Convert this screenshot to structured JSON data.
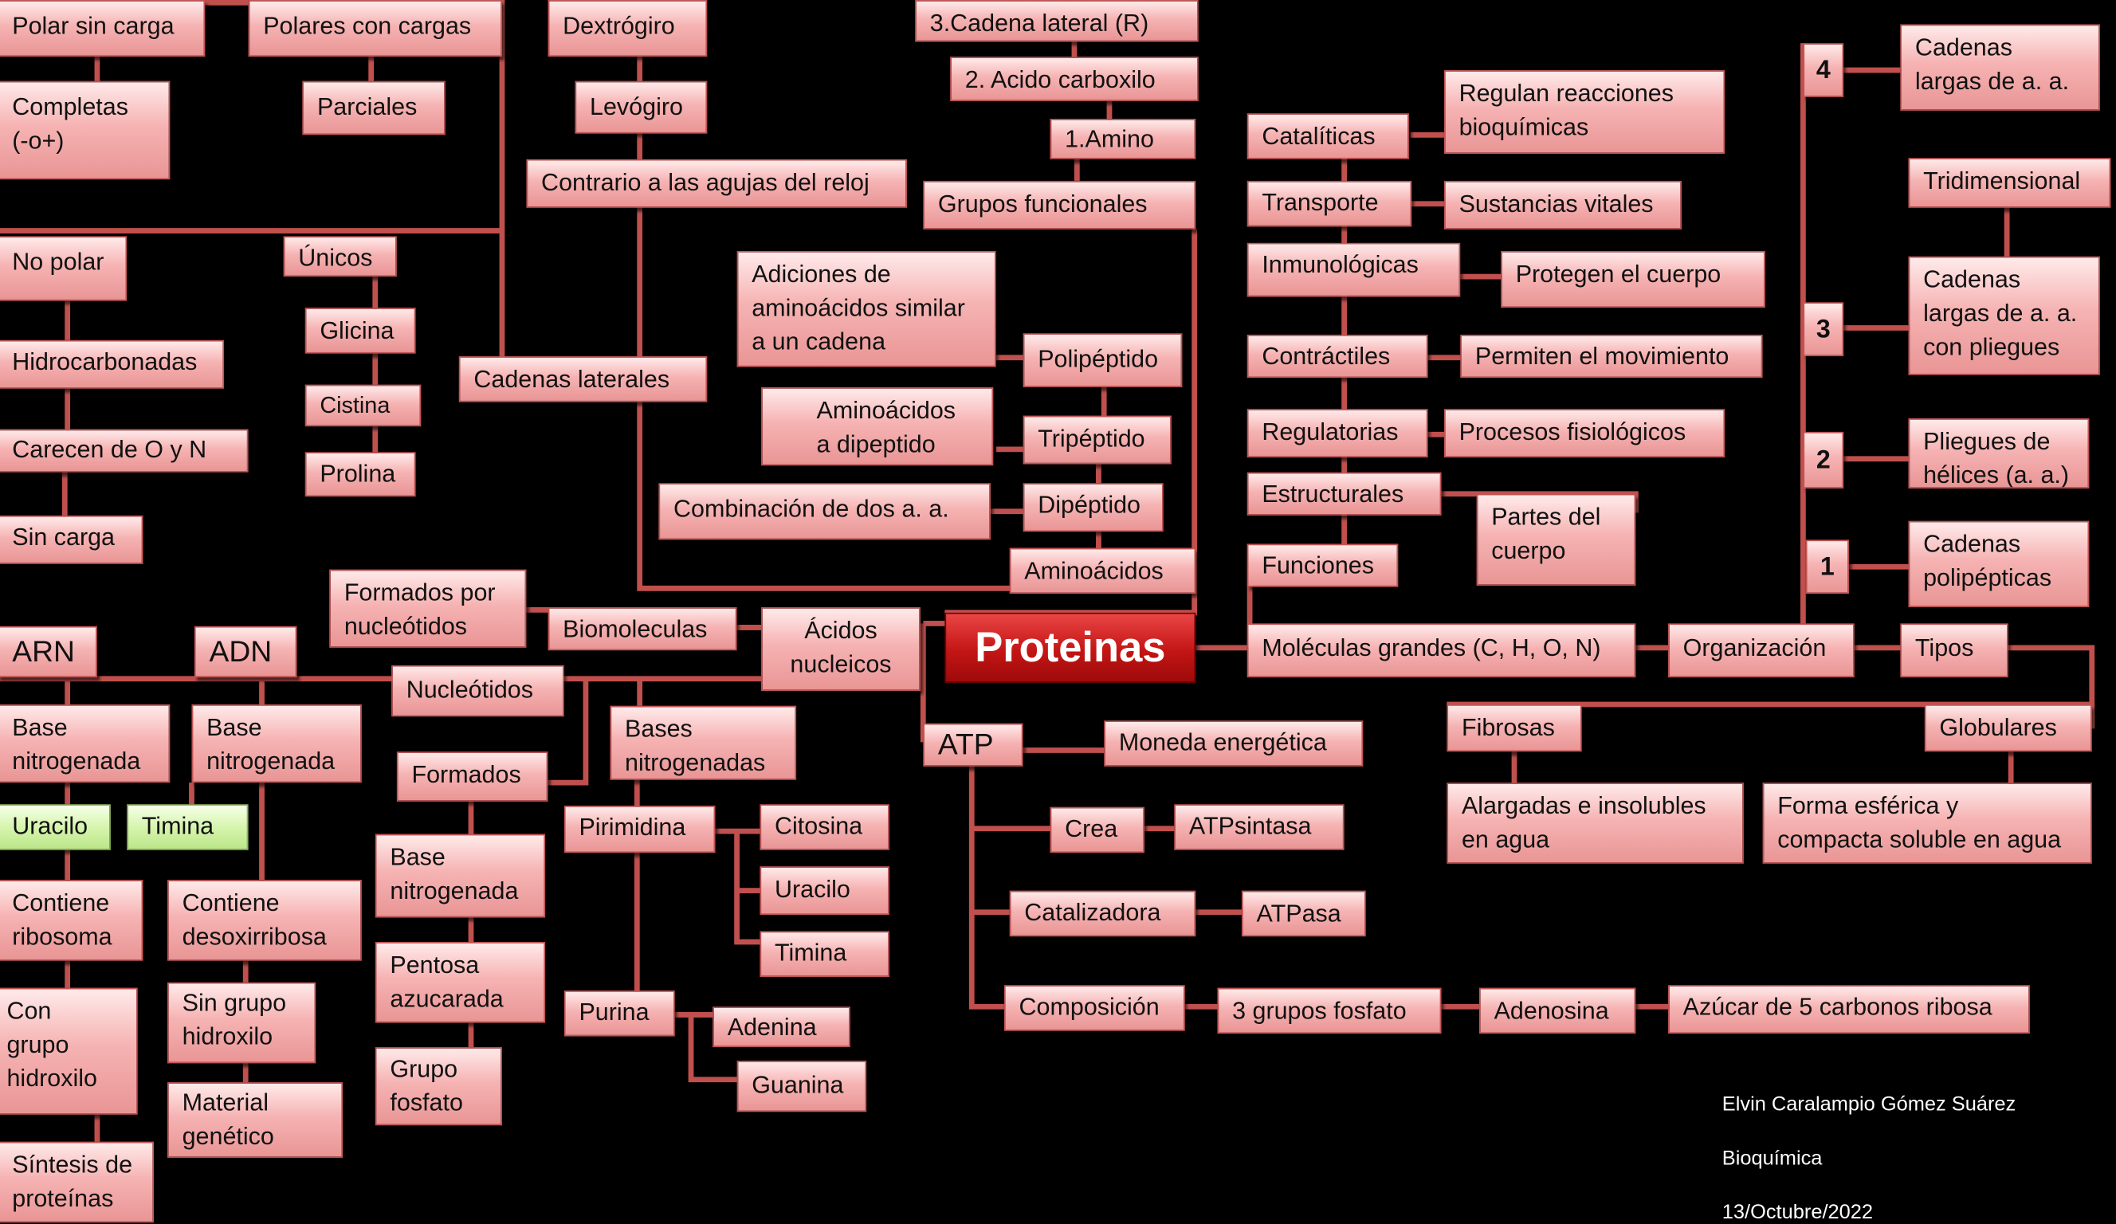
{
  "main_title": "Proteinas",
  "boxes": {
    "polar_sin_carga": "Polar sin carga",
    "polares_con_cargas": "Polares con cargas",
    "completas": "Completas\n(-o+)",
    "parciales": "Parciales",
    "no_polar": "No polar",
    "unicos": "Únicos",
    "glicina": "Glicina",
    "cistina": "Cistina",
    "prolina": "Prolina",
    "hidrocarbonadas": "Hidrocarbonadas",
    "carecen": "Carecen de O y N",
    "sin_carga": "Sin carga",
    "dextrogiro": "Dextrógiro",
    "levogiro": "Levógiro",
    "contrario": "Contrario a las agujas del reloj",
    "cadenas_laterales": "Cadenas laterales",
    "cadena_lateral_r": "3.Cadena  lateral (R)",
    "acido_carboxilo": "2. Acido carboxilo",
    "amino": "1.Amino",
    "grupos_funcionales": "Grupos funcionales",
    "adiciones": "Adiciones de\naminoácidos similar\na un cadena",
    "polipeptido": "Polipéptido",
    "aa_dipeptido": "Aminoácidos\na dipeptido",
    "tripeptido": "Tripéptido",
    "combinacion": "Combinación de dos a. a.",
    "dipeptido": "Dipéptido",
    "aminoacidos": "Aminoácidos",
    "cataliticas": "Catalíticas",
    "regulan": "Regulan reacciones\nbioquímicas",
    "transporte": "Transporte",
    "sustancias": "Sustancias vitales",
    "inmunologicas": "Inmunológicas",
    "protegen": "Protegen el cuerpo",
    "contractiles": "Contráctiles",
    "movimiento": "Permiten el movimiento",
    "regulatorias": "Regulatorias",
    "procesos": "Procesos fisiológicos",
    "estructurales": "Estructurales",
    "partes": "Partes del\ncuerpo",
    "funciones": "Funciones",
    "moleculas": "Moléculas grandes (C, H, O, N)",
    "organizacion": "Organización",
    "tipos": "Tipos",
    "n4": "4",
    "n3": "3",
    "n2": "2",
    "n1": "1",
    "cadenas_largas": "Cadenas\nlargas de a. a.",
    "tridimensional": "Tridimensional",
    "cadenas_pliegues": "Cadenas\nlargas de a. a.\ncon pliegues",
    "pliegues_helices": "Pliegues de\nhélices (a. a.)",
    "cadenas_polipepticas": "Cadenas\npolipépticas",
    "fibrosas": "Fibrosas",
    "globulares": "Globulares",
    "alargadas": "Alargadas e insolubles\nen agua",
    "forma_esferica": "Forma esférica y\ncompacta soluble en agua",
    "arn": "ARN",
    "adn": "ADN",
    "formados_por": "Formados por\nnucleótidos",
    "biomoleculas": "Biomoleculas",
    "acidos_nucleicos": "Ácidos\nnucleicos",
    "nucleotidos": "Nucleótidos",
    "base_nitro_arn": "Base\nnitrogenada",
    "base_nitro_adn": "Base\nnitrogenada",
    "uracilo_g": "Uracilo",
    "timina_g": "Timina",
    "contiene_ribosoma": "Contiene\nribosoma",
    "contiene_desox": "Contiene\ndesoxirribosa",
    "con_grupo": "Con\ngrupo\nhidroxilo",
    "sin_grupo": "Sin grupo\nhidroxilo",
    "material": "Material\ngenético",
    "sintesis": "Síntesis de\nproteínas",
    "formados": "Formados",
    "base_nitro_f": "Base\nnitrogenada",
    "pentosa": "Pentosa\nazucarada",
    "grupo_fosfato": "Grupo\nfosfato",
    "bases_nitro": "Bases\nnitrogenadas",
    "pirimidina": "Pirimidina",
    "citosina": "Citosina",
    "uracilo": "Uracilo",
    "timina": "Timina",
    "purina": "Purina",
    "adenina": "Adenina",
    "guanina": "Guanina",
    "atp": "ATP",
    "moneda": "Moneda energética",
    "crea": "Crea",
    "atpsintasa": "ATPsintasa",
    "catalizadora": "Catalizadora",
    "atpasa": "ATPasa",
    "composicion": "Composición",
    "tres_grupos": "3 grupos fosfato",
    "adenosina": "Adenosina",
    "azucar": "Azúcar de 5 carbonos ribosa"
  },
  "credits": {
    "author": "Elvin Caralampio Gómez Suárez",
    "subject": "Bioquímica",
    "date": "13/Octubre/2022"
  },
  "colors": {
    "line": "#c0504d",
    "main": "#c41515",
    "box": "#f6b3b3",
    "green": "#d6f5ad",
    "background": "#000000"
  }
}
